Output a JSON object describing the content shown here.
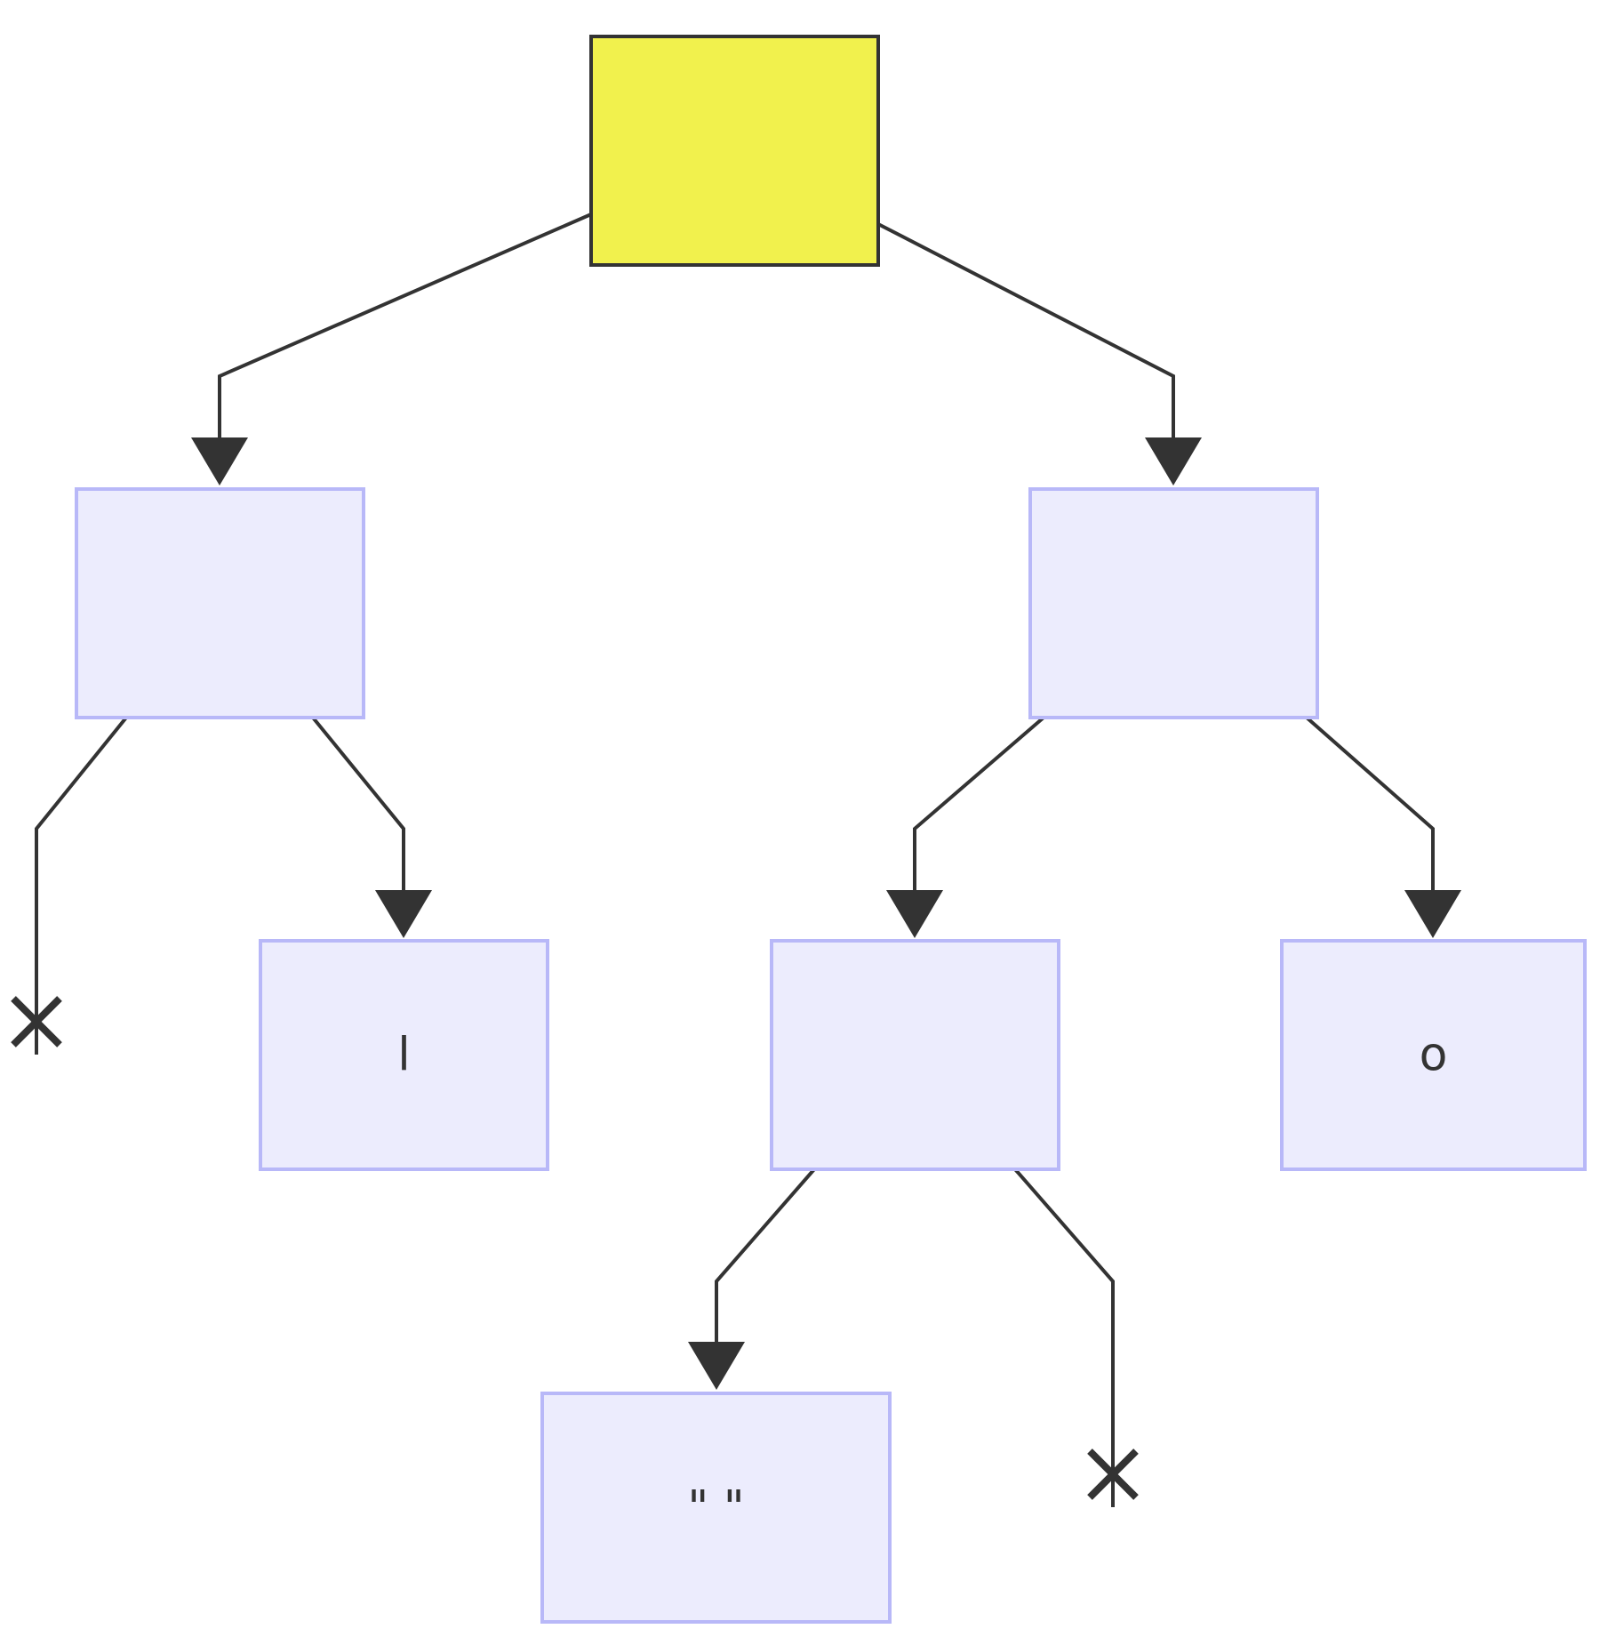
{
  "diagram": {
    "nodes": [
      {
        "id": "root",
        "label": ""
      },
      {
        "id": "left",
        "label": ""
      },
      {
        "id": "right",
        "label": ""
      },
      {
        "id": "leaf-l",
        "label": "l"
      },
      {
        "id": "right-left",
        "label": ""
      },
      {
        "id": "leaf-o",
        "label": "o"
      },
      {
        "id": "leaf-space",
        "label": "\" \""
      }
    ],
    "edges": [
      {
        "from": "root",
        "to": "left",
        "end": "arrow"
      },
      {
        "from": "root",
        "to": "right",
        "end": "arrow"
      },
      {
        "from": "left",
        "to": null,
        "end": "cross"
      },
      {
        "from": "left",
        "to": "leaf-l",
        "end": "arrow"
      },
      {
        "from": "right",
        "to": "right-left",
        "end": "arrow"
      },
      {
        "from": "right",
        "to": "leaf-o",
        "end": "arrow"
      },
      {
        "from": "right-left",
        "to": "leaf-space",
        "end": "arrow"
      },
      {
        "from": "right-left",
        "to": null,
        "end": "cross"
      }
    ],
    "colors": {
      "root_fill": "#f1f14d",
      "root_stroke": "#333333",
      "node_fill": "#ececfd",
      "node_stroke": "#b8b8f8",
      "edge": "#333333"
    }
  }
}
